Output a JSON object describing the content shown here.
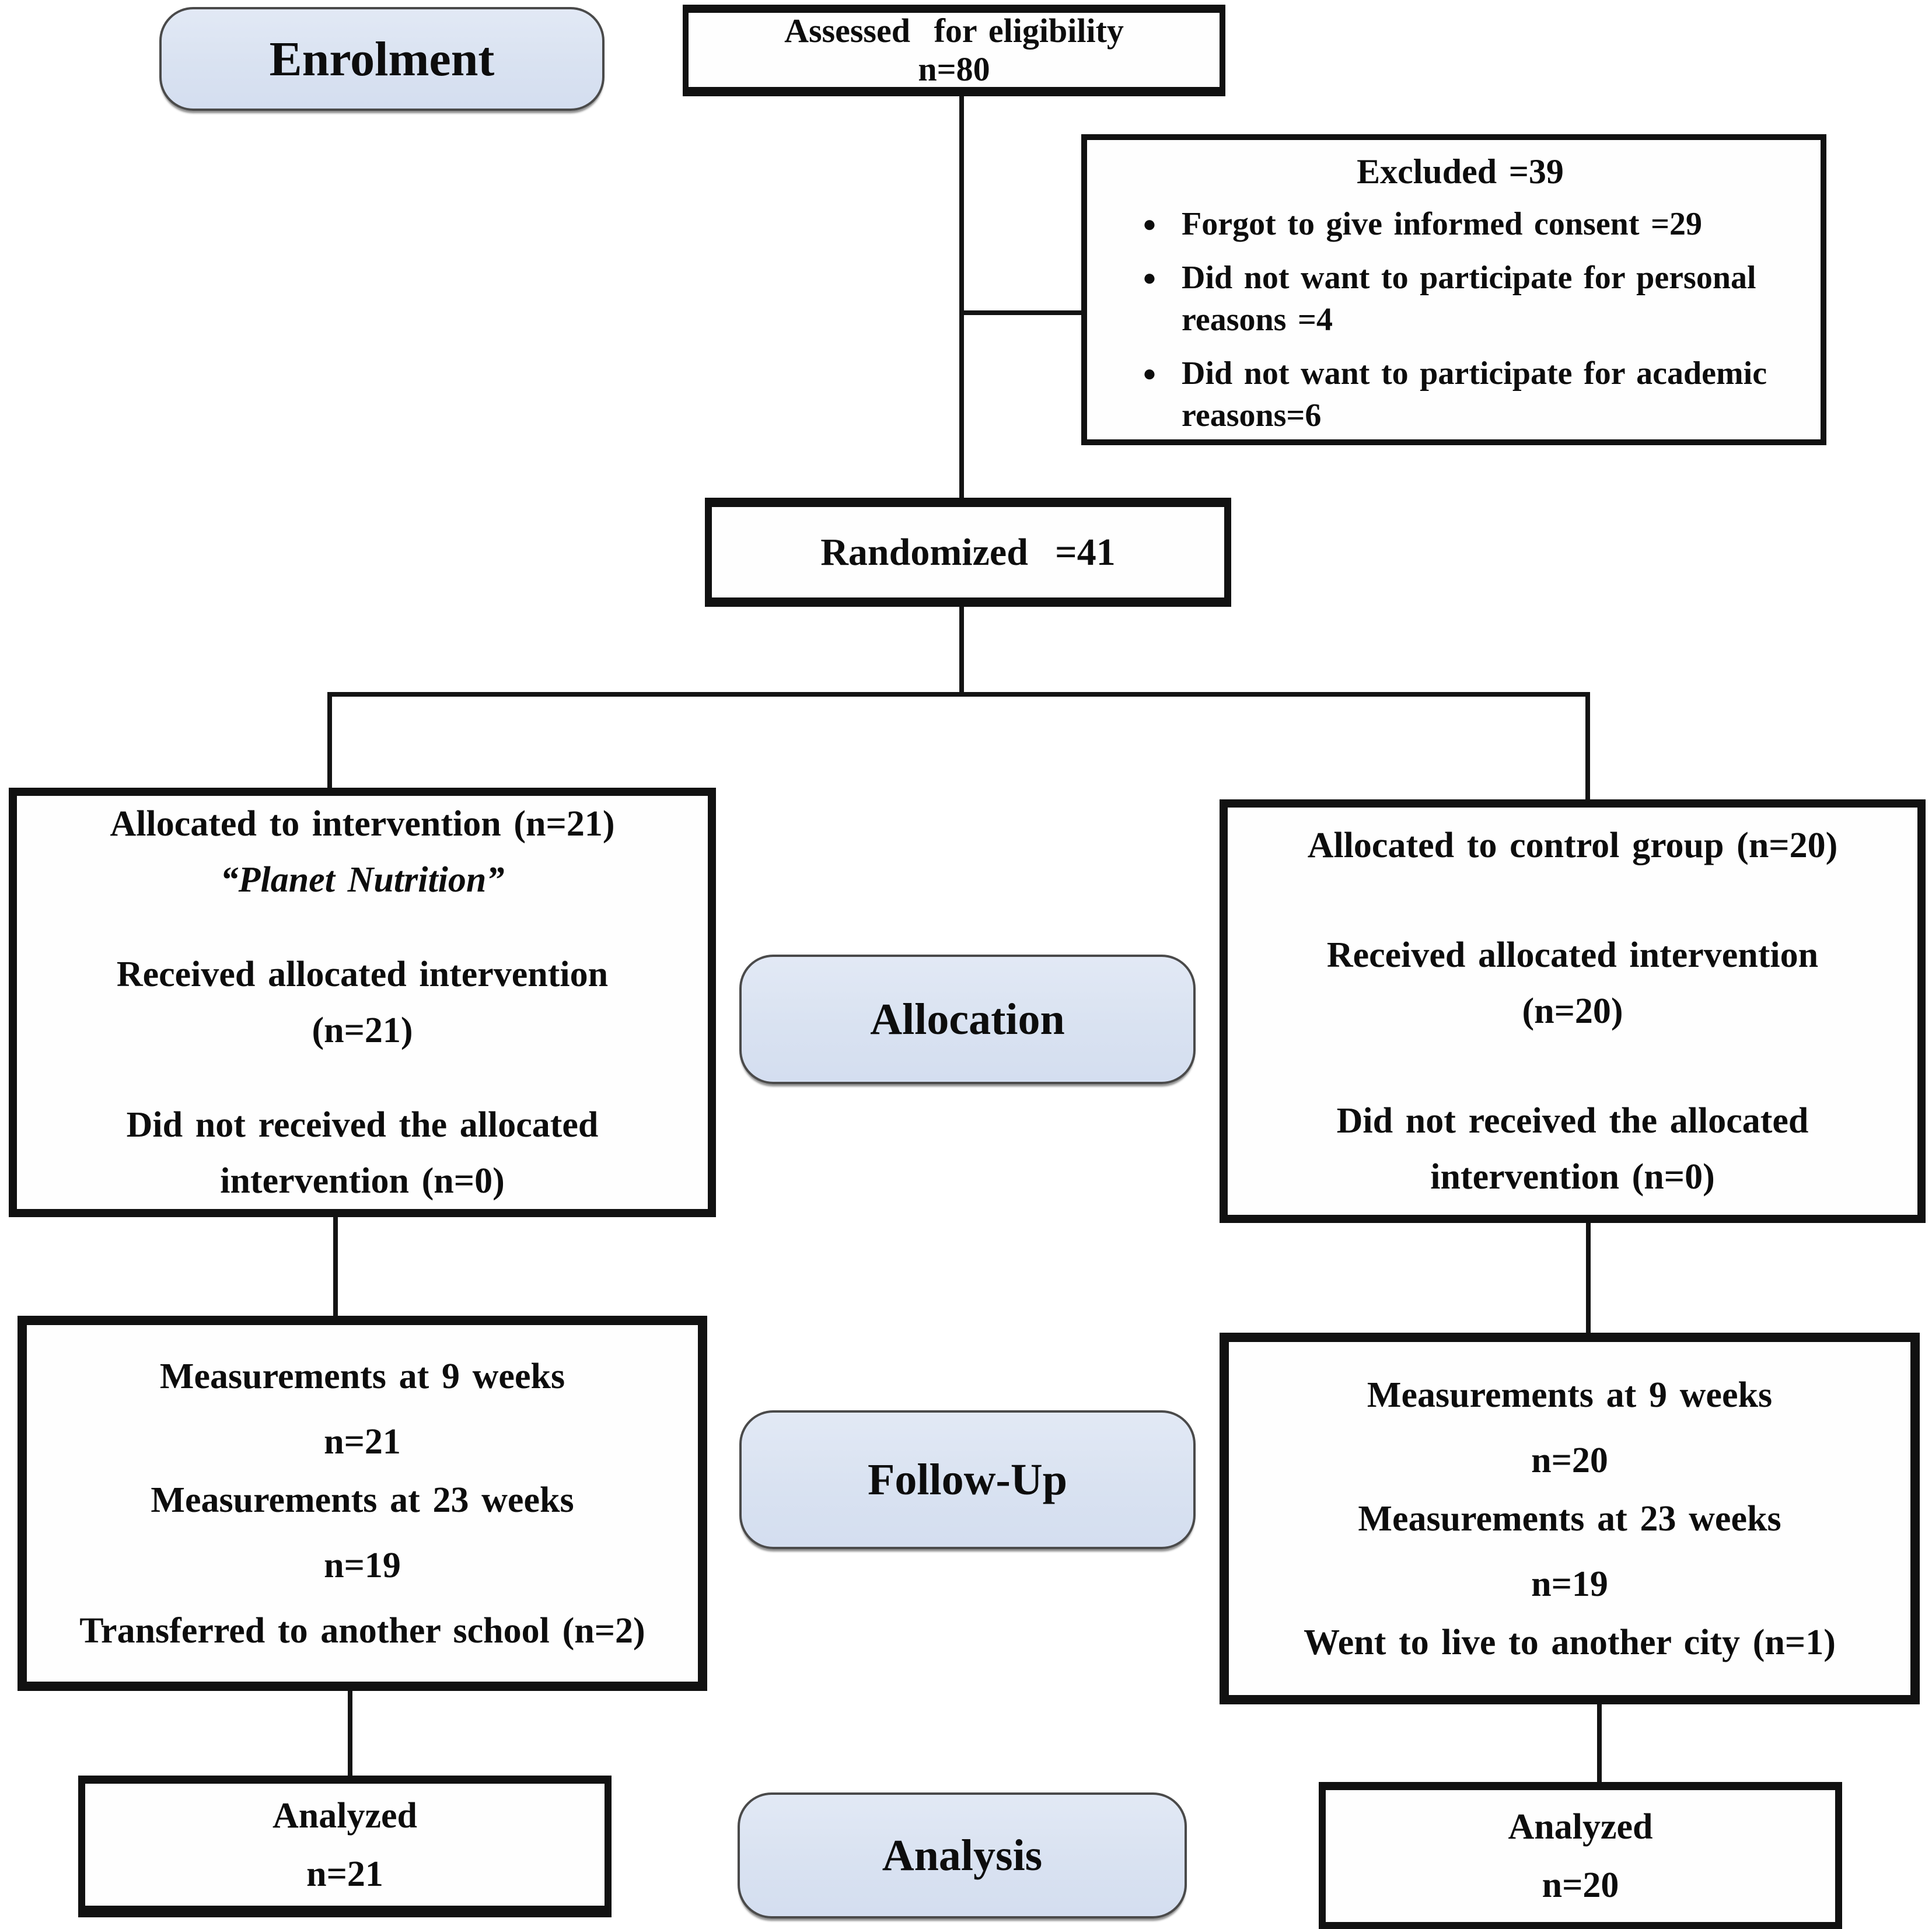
{
  "colors": {
    "badge_fill": "#dce4f2",
    "badge_border": "#4a4a4a",
    "box_border": "#111111",
    "connector": "#141414",
    "text": "#0d0d0d",
    "background": "#ffffff"
  },
  "badges": {
    "enrolment": "Enrolment",
    "allocation": "Allocation",
    "follow_up": "Follow-Up",
    "analysis": "Analysis"
  },
  "boxes": {
    "assessed": {
      "line1": "Assessed  for eligibility",
      "line2": "n=80"
    },
    "excluded": {
      "title": "Excluded =39",
      "bullets": [
        "Forgot to give informed consent =29",
        "Did not want to participate for personal reasons =4",
        "Did not want to participate for academic  reasons=6"
      ]
    },
    "randomized": {
      "line1": "Randomized  =41"
    },
    "allocation_left": {
      "line1": "Allocated to intervention (n=21)",
      "line2": "“Planet Nutrition”",
      "line3": "Received allocated intervention",
      "line4": "(n=21)",
      "line5": "Did not received the allocated",
      "line6": "intervention (n=0)"
    },
    "allocation_right": {
      "line1": "Allocated to control group (n=20)",
      "line2": "Received allocated intervention",
      "line3": "(n=20)",
      "line4": "Did not received the allocated",
      "line5": "intervention (n=0)"
    },
    "followup_left": {
      "line1": "Measurements at 9 weeks",
      "line2": "n=21",
      "line3": "Measurements at 23 weeks",
      "line4": "n=19",
      "line5": "Transferred to another school (n=2)"
    },
    "followup_right": {
      "line1": "Measurements at 9 weeks",
      "line2": "n=20",
      "line3": "Measurements at 23 weeks",
      "line4": "n=19",
      "line5": "Went to live to another city (n=1)"
    },
    "analyzed_left": {
      "line1": "Analyzed",
      "line2": "n=21"
    },
    "analyzed_right": {
      "line1": "Analyzed",
      "line2": "n=20"
    }
  }
}
